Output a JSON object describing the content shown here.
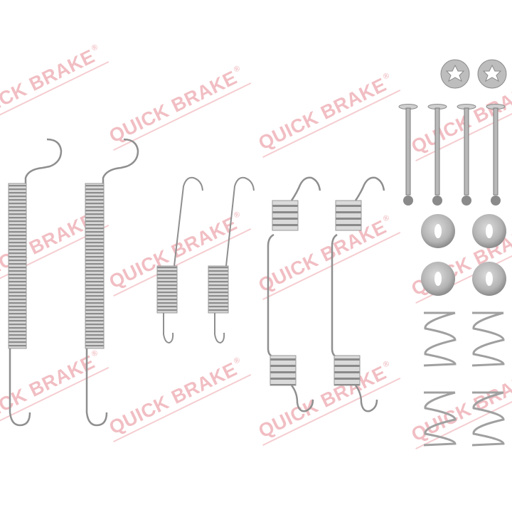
{
  "product": {
    "brand": "QUICK BRAKE",
    "trademark": "®",
    "description": "Brake shoe accessory kit: springs, hold-down pins, washers, clips"
  },
  "watermark": {
    "text": "QUICK BRAKE",
    "symbol": "®",
    "color": "#f0b8bd"
  },
  "components": [
    {
      "name": "long-return-spring",
      "count": 2
    },
    {
      "name": "small-tension-spring",
      "count": 2
    },
    {
      "name": "bar-spring-double-coil",
      "count": 2
    },
    {
      "name": "star-lock-washer",
      "count": 2
    },
    {
      "name": "hold-down-pin",
      "count": 4
    },
    {
      "name": "cup-washer",
      "count": 4
    },
    {
      "name": "compression-spring",
      "count": 4
    }
  ],
  "colors": {
    "background": "#ffffff",
    "metal": "#9a9a9a",
    "metal_light": "#cfcfcf",
    "metal_dark": "#6e6e6e"
  }
}
